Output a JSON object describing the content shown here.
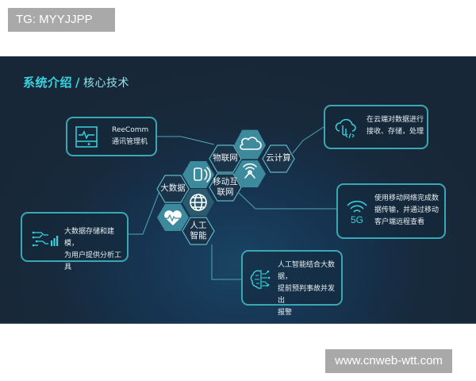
{
  "watermarks": {
    "top_left": "TG: MYYJJPP",
    "bottom_right": "www.cnweb-wtt.com"
  },
  "header": {
    "title": "系统介绍",
    "separator": "/",
    "subtitle": "核心技术"
  },
  "hexagons": [
    {
      "id": "iot",
      "label": "物联网",
      "type": "outline"
    },
    {
      "id": "cloud",
      "label": "",
      "type": "filled",
      "icon": "cloud-icon"
    },
    {
      "id": "cloud-computing",
      "label": "云计算",
      "type": "outline"
    },
    {
      "id": "signal",
      "label": "",
      "type": "filled",
      "icon": "signal-tower-icon"
    },
    {
      "id": "phone",
      "label": "",
      "type": "filled",
      "icon": "mobile-phone-icon"
    },
    {
      "id": "mobile-internet",
      "label": "移动互联网",
      "line1": "移动互",
      "line2": "联网",
      "type": "outline"
    },
    {
      "id": "big-data",
      "label": "大数据",
      "type": "outline"
    },
    {
      "id": "globe",
      "label": "",
      "type": "filled",
      "icon": "globe-icon"
    },
    {
      "id": "heart",
      "label": "",
      "type": "filled",
      "icon": "heartbeat-icon"
    },
    {
      "id": "ai",
      "label": "人工智能",
      "line1": "人工",
      "line2": "智能",
      "type": "outline"
    }
  ],
  "cards": {
    "reecomm": {
      "line1": "ReeComm",
      "line2": "通讯管理机",
      "icon": "monitor-pulse-icon"
    },
    "cloud": {
      "line1": "在云端对数据进行",
      "line2": "接收、存储，处理",
      "icon": "cloud-code-icon"
    },
    "mobile": {
      "line1": "使用移动网络完成数",
      "line2": "据传输，并通过移动",
      "line3": "客户端远程查看",
      "icon": "5g-icon",
      "icon_text": "5G"
    },
    "bigdata": {
      "line1": "大数据存储和建模，",
      "line2": "为用户提供分析工具",
      "icon": "data-circuit-icon"
    },
    "ai": {
      "line1": "人工智能结合大数据，",
      "line2": "提前预判事故并发出",
      "line3": "报警",
      "icon": "ai-brain-icon"
    }
  },
  "colors": {
    "accent": "#39d3df",
    "card_border": "#3aa7b5",
    "hex_fill": "#3d8a9c",
    "hex_outline": "#5fb7c6",
    "panel_bg": "#172a3d"
  }
}
